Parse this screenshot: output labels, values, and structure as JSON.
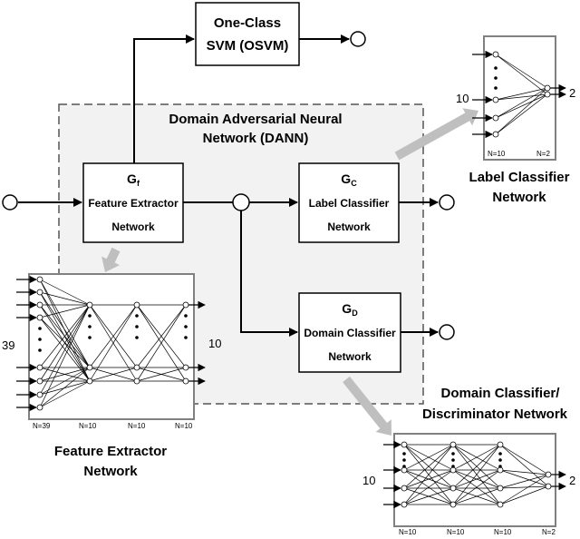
{
  "osvm": {
    "line1": "One-Class",
    "line2": "SVM (OSVM)"
  },
  "dann": {
    "line1": "Domain Adversarial Neural",
    "line2": "Network (DANN)"
  },
  "gf": {
    "symbol": "G",
    "sub": "f",
    "line1": "Feature Extractor",
    "line2": "Network"
  },
  "gc": {
    "symbol": "G",
    "sub": "C",
    "line1": "Label Classifier",
    "line2": "Network"
  },
  "gd": {
    "symbol": "G",
    "sub": "D",
    "line1": "Domain Classifier",
    "line2": "Network"
  },
  "label_net": {
    "title1": "Label Classifier",
    "title2": "Network",
    "in_count": "10",
    "out_count": "2",
    "n_in": "N=10",
    "n_out": "N=2"
  },
  "feature_net": {
    "title1": "Feature Extractor",
    "title2": "Network",
    "in_count": "39",
    "out_count": "10",
    "n_labels": [
      "N=39",
      "N=10",
      "N=10",
      "N=10"
    ]
  },
  "domain_net": {
    "title1": "Domain Classifier/",
    "title2": "Discriminator Network",
    "in_count": "10",
    "out_count": "2",
    "n_labels": [
      "N=10",
      "N=10",
      "N=10",
      "N=2"
    ]
  },
  "colors": {
    "dann_fill": "#f2f2f2",
    "pointer_arrow": "#bfbfbf",
    "net_border": "#808080"
  }
}
